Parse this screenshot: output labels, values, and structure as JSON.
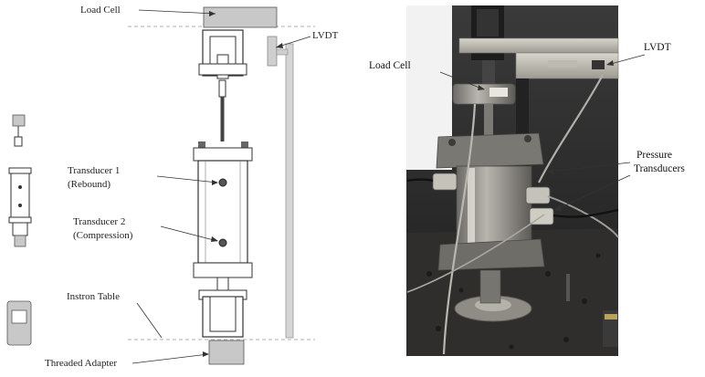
{
  "schematic": {
    "labels": {
      "load_cell": "Load Cell",
      "lvdt": "LVDT",
      "transducer_1_line1": "Transducer 1",
      "transducer_1_line2": "(Rebound)",
      "transducer_2_line1": "Transducer 2",
      "transducer_2_line2": "(Compression)",
      "instron_table": "Instron Table",
      "threaded_adapter": "Threaded Adapter"
    }
  },
  "photo": {
    "labels": {
      "load_cell": "Load Cell",
      "lvdt": "LVDT",
      "pressure_line1": "Pressure",
      "pressure_line2": "Transducers"
    }
  },
  "colors": {
    "component_gray": "#c8c8c8",
    "outline": "#333333",
    "photo_dark": "#2a2a2a"
  }
}
